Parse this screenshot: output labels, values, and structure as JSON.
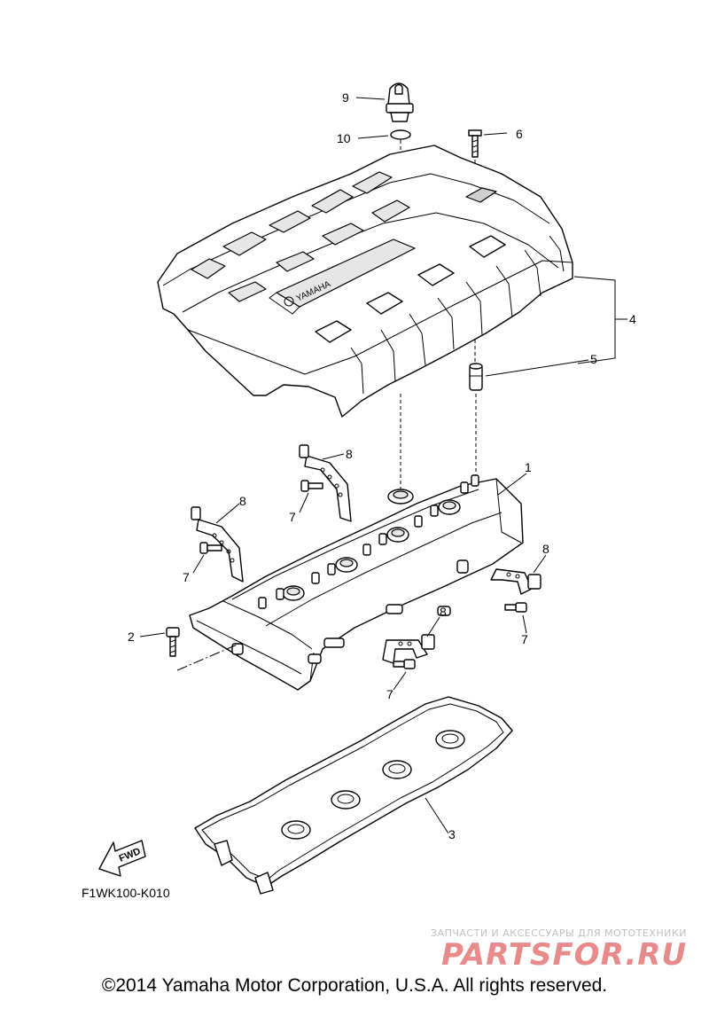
{
  "callouts": {
    "c1": "1",
    "c2": "2",
    "c3": "3",
    "c4": "4",
    "c5": "5",
    "c6": "6",
    "c7a": "7",
    "c7b": "7",
    "c7c": "7",
    "c7d": "7",
    "c8a": "8",
    "c8b": "8",
    "c8c": "8",
    "c8d": "8",
    "c9": "9",
    "c10": "10"
  },
  "cover_logo_text": "YAMAHA",
  "fwd_label": "FWD",
  "diagram_code": "F1WK100-K010",
  "watermark": {
    "tagline": "ЗАПЧАСТИ И АКСЕССУАРЫ ДЛЯ МОТОТЕХНИКИ",
    "logo": "PARTSFOR.RU"
  },
  "copyright": "©2014 Yamaha Motor Corporation, U.S.A. All rights reserved.",
  "colors": {
    "line": "#000000",
    "background": "#ffffff",
    "watermark_logo": "#e88a8a",
    "watermark_text": "#bfbfbf"
  }
}
